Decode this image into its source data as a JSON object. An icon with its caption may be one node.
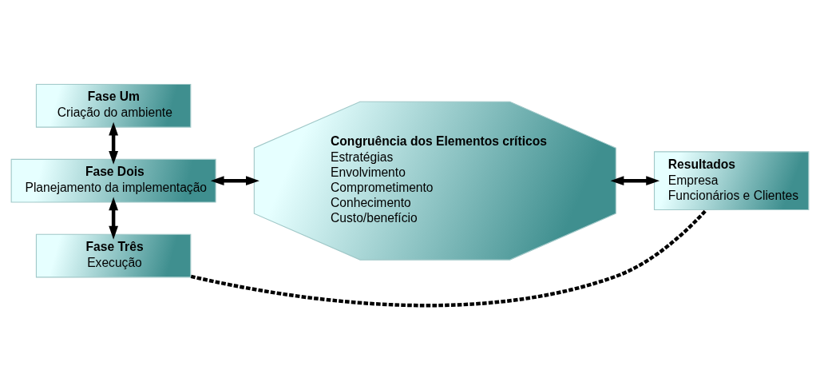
{
  "diagram": {
    "nodes": [
      {
        "text": [
          "Fase Um",
          "Criação do ambiente"
        ]
      },
      {
        "text": [
          "Fase Dois",
          "Planejamento da implementação"
        ]
      },
      {
        "text": [
          "Fase Três",
          "Execução"
        ]
      },
      {
        "text": [
          "Congruência dos Elementos críticos",
          "Estratégias",
          "Envolvimento",
          "Comprometimento",
          "Conhecimento",
          "Custo/benefício"
        ]
      },
      {
        "text": [
          "Resultados",
          "Empresa",
          "Funcionários e Clientes"
        ]
      }
    ],
    "edges": [
      {
        "from": 0,
        "to": 1,
        "arrow": "both"
      },
      {
        "from": 1,
        "to": 2,
        "arrow": "both"
      },
      {
        "from": 1,
        "to": 3,
        "arrow": "both"
      },
      {
        "from": 3,
        "to": 4,
        "arrow": "both"
      },
      {
        "from": 2,
        "to": 4,
        "arrow": "none",
        "style": "dashed"
      }
    ]
  }
}
